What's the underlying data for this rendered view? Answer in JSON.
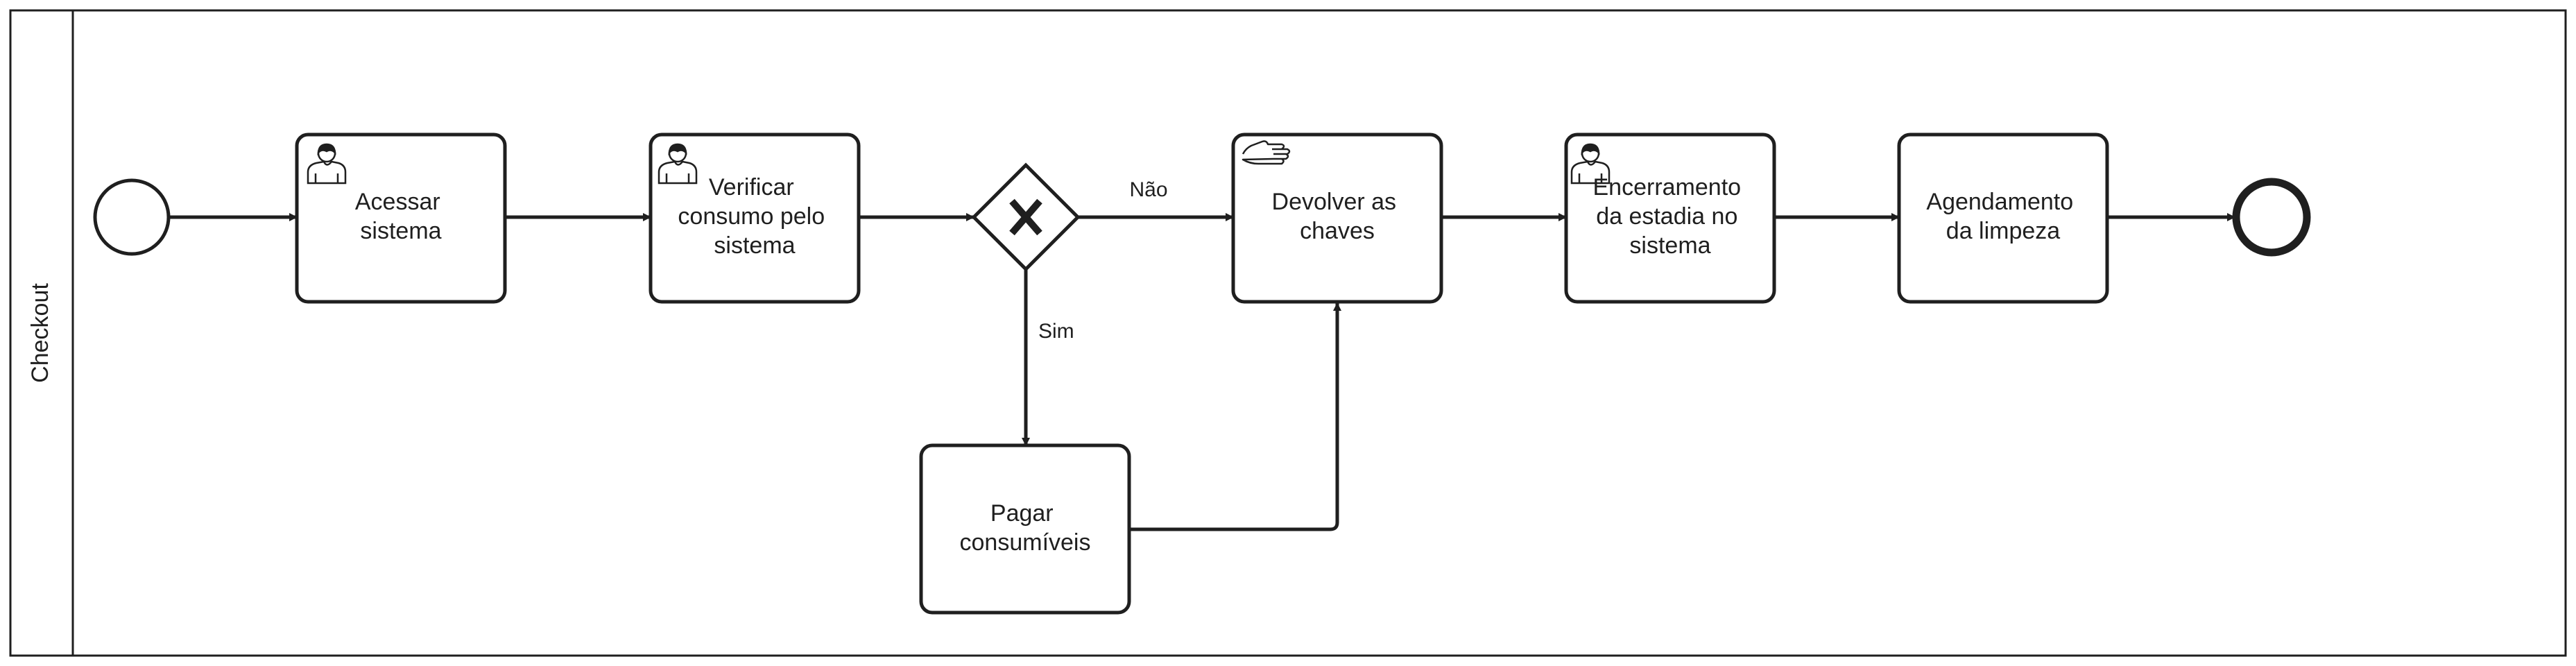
{
  "diagram": {
    "type": "bpmn-process",
    "pool": {
      "lane_label": "Checkout"
    },
    "events": [
      {
        "id": "start",
        "kind": "start-event"
      },
      {
        "id": "end",
        "kind": "end-event"
      }
    ],
    "tasks": [
      {
        "id": "acessar",
        "kind": "user-task",
        "icon": "user-icon",
        "lines": [
          "Acessar",
          "sistema"
        ]
      },
      {
        "id": "verificar",
        "kind": "user-task",
        "icon": "user-icon",
        "lines": [
          "Verificar",
          "consumo pelo",
          "sistema"
        ]
      },
      {
        "id": "pagar",
        "kind": "task",
        "icon": "",
        "lines": [
          "Pagar",
          "consumíveis"
        ]
      },
      {
        "id": "devolver",
        "kind": "manual-task",
        "icon": "hand-icon",
        "lines": [
          "Devolver as",
          "chaves"
        ]
      },
      {
        "id": "encerramento",
        "kind": "user-task",
        "icon": "user-icon",
        "lines": [
          "Encerramento",
          "da estadia no",
          "sistema"
        ]
      },
      {
        "id": "agendamento",
        "kind": "task",
        "icon": "",
        "lines": [
          "Agendamento",
          "da limpeza"
        ]
      }
    ],
    "gateways": [
      {
        "id": "gw",
        "kind": "exclusive-gateway",
        "marker": "X"
      }
    ],
    "flows": [
      {
        "from": "start",
        "to": "acessar",
        "label": ""
      },
      {
        "from": "acessar",
        "to": "verificar",
        "label": ""
      },
      {
        "from": "verificar",
        "to": "gw",
        "label": ""
      },
      {
        "from": "gw",
        "to": "devolver",
        "label": "Não"
      },
      {
        "from": "gw",
        "to": "pagar",
        "label": "Sim"
      },
      {
        "from": "pagar",
        "to": "devolver",
        "label": ""
      },
      {
        "from": "devolver",
        "to": "encerramento",
        "label": ""
      },
      {
        "from": "encerramento",
        "to": "agendamento",
        "label": ""
      },
      {
        "from": "agendamento",
        "to": "end",
        "label": ""
      }
    ],
    "colors": {
      "stroke": "#1f1f1f",
      "fill": "#ffffff"
    }
  }
}
